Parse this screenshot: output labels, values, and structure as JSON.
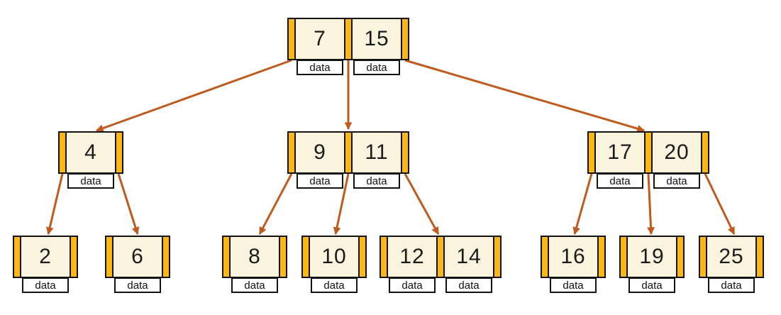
{
  "colors": {
    "background": "#FFFFFF",
    "pointer_fill": "#FBB814",
    "cell_fill": "#FAF3DE",
    "border": "#131313",
    "arrow": "#C05A1D",
    "data_box_fill": "#FFFFFF",
    "text": "#1B1B1B"
  },
  "nodes": [
    {
      "id": "root",
      "level": 0,
      "keys": [
        {
          "value": "7",
          "data_label": "data"
        },
        {
          "value": "15",
          "data_label": "data"
        }
      ]
    },
    {
      "id": "n4",
      "level": 1,
      "keys": [
        {
          "value": "4",
          "data_label": "data"
        }
      ]
    },
    {
      "id": "n9-11",
      "level": 1,
      "keys": [
        {
          "value": "9",
          "data_label": "data"
        },
        {
          "value": "11",
          "data_label": "data"
        }
      ]
    },
    {
      "id": "n17-20",
      "level": 1,
      "keys": [
        {
          "value": "17",
          "data_label": "data"
        },
        {
          "value": "20",
          "data_label": "data"
        }
      ]
    },
    {
      "id": "n2",
      "level": 2,
      "keys": [
        {
          "value": "2",
          "data_label": "data"
        }
      ]
    },
    {
      "id": "n6",
      "level": 2,
      "keys": [
        {
          "value": "6",
          "data_label": "data"
        }
      ]
    },
    {
      "id": "n8",
      "level": 2,
      "keys": [
        {
          "value": "8",
          "data_label": "data"
        }
      ]
    },
    {
      "id": "n10",
      "level": 2,
      "keys": [
        {
          "value": "10",
          "data_label": "data"
        }
      ]
    },
    {
      "id": "n12-14",
      "level": 2,
      "keys": [
        {
          "value": "12",
          "data_label": "data"
        },
        {
          "value": "14",
          "data_label": "data"
        }
      ]
    },
    {
      "id": "n16",
      "level": 2,
      "keys": [
        {
          "value": "16",
          "data_label": "data"
        }
      ]
    },
    {
      "id": "n19",
      "level": 2,
      "keys": [
        {
          "value": "19",
          "data_label": "data"
        }
      ]
    },
    {
      "id": "n25",
      "level": 2,
      "keys": [
        {
          "value": "25",
          "data_label": "data"
        }
      ]
    }
  ],
  "edges": [
    {
      "from": "root",
      "pointer": 0,
      "to": "n4"
    },
    {
      "from": "root",
      "pointer": 1,
      "to": "n9-11"
    },
    {
      "from": "root",
      "pointer": 2,
      "to": "n17-20"
    },
    {
      "from": "n4",
      "pointer": 0,
      "to": "n2"
    },
    {
      "from": "n4",
      "pointer": 1,
      "to": "n6"
    },
    {
      "from": "n9-11",
      "pointer": 0,
      "to": "n8"
    },
    {
      "from": "n9-11",
      "pointer": 1,
      "to": "n10"
    },
    {
      "from": "n9-11",
      "pointer": 2,
      "to": "n12-14"
    },
    {
      "from": "n17-20",
      "pointer": 0,
      "to": "n16"
    },
    {
      "from": "n17-20",
      "pointer": 1,
      "to": "n19"
    },
    {
      "from": "n17-20",
      "pointer": 2,
      "to": "n25"
    }
  ]
}
